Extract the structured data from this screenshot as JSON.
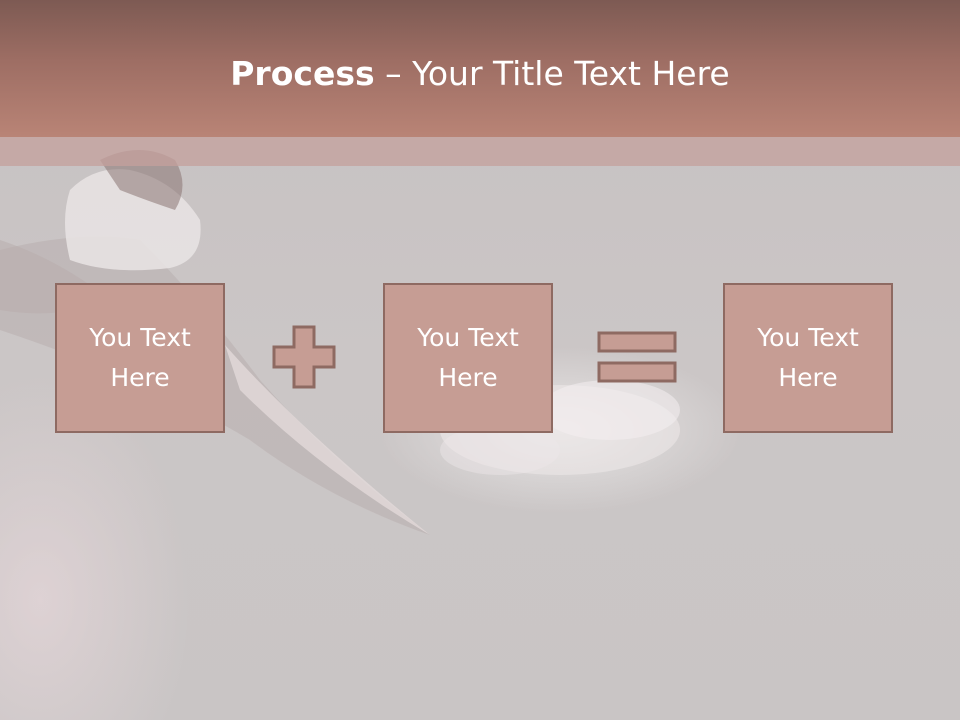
{
  "slide": {
    "title_bold": "Process",
    "title_rest": " – Your Title Text Here",
    "boxes": [
      {
        "label": "You Text\nHere"
      },
      {
        "label": "You Text\nHere"
      },
      {
        "label": "You Text\nHere"
      }
    ]
  },
  "colors": {
    "header": "#9e6e64",
    "box_fill": "#c69d94",
    "box_border": "#8e6a62",
    "operator_fill": "#c69d94",
    "operator_border": "#8e6a62",
    "background": "#c8c4c4",
    "title_text": "#ffffff"
  },
  "icons": {
    "operator_1": "plus-icon",
    "operator_2": "equals-icon"
  }
}
